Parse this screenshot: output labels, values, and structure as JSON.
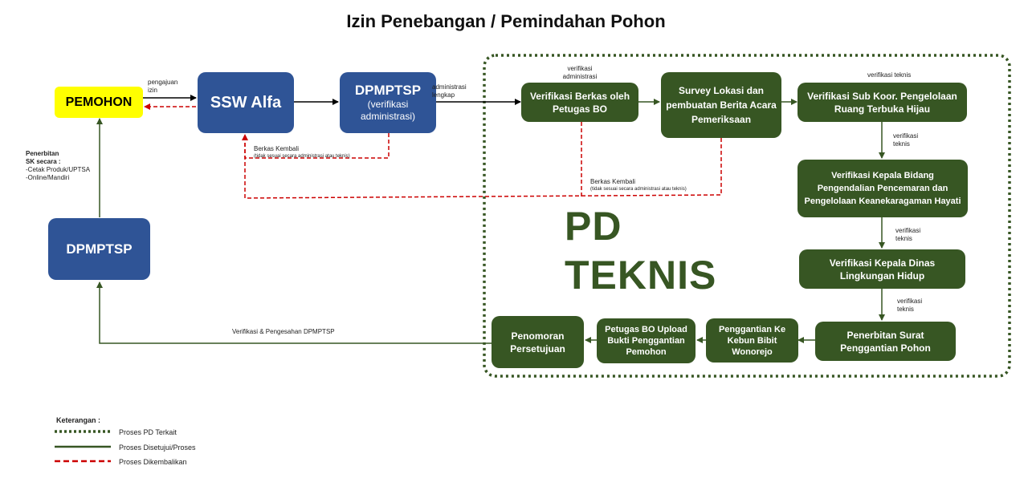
{
  "title": "Izin Penebangan / Pemindahan Pohon",
  "colors": {
    "blue": "#2f5496",
    "green": "#375623",
    "yellow": "#ffff00",
    "red": "#cc0000"
  },
  "nodes": {
    "pemohon": "PEMOHON",
    "ssw": "SSW Alfa",
    "dpmptsp_verif_title": "DPMPTSP",
    "dpmptsp_verif_sub": "(verifikasi administrasi)",
    "dpmptsp": "DPMPTSP",
    "verifikasi_berkas": "Verifikasi Berkas oleh Petugas BO",
    "survey": "Survey Lokasi dan pembuatan Berita Acara Pemeriksaan",
    "verif_subkoor": "Verifikasi Sub Koor. Pengelolaan Ruang Terbuka Hijau",
    "verif_kabid": "Verifikasi Kepala Bidang Pengendalian Pencemaran dan Pengelolaan Keanekaragaman Hayati",
    "verif_kadis": "Verifikasi Kepala Dinas Lingkungan Hidup",
    "penerbitan_surat": "Penerbitan Surat Penggantian Pohon",
    "penggantian_kebun": "Penggantian Ke Kebun Bibit Wonorejo",
    "petugas_upload": "Petugas BO Upload Bukti Penggantian Pemohon",
    "penomoran": "Penomoran Persetujuan"
  },
  "region_label": {
    "line1": "PD",
    "line2": "TEKNIS"
  },
  "labels": {
    "pengajuan": "pengajuan izin",
    "administrasi_lengkap": "administrasi lengkap",
    "verifikasi_administrasi": "verifikasi administrasi",
    "verifikasi_teknis_1": "verifikasi teknis",
    "verifikasi_teknis_2": "verifikasi teknis",
    "verifikasi_teknis_3": "verifikasi teknis",
    "verifikasi_teknis_4": "verifikasi teknis",
    "berkas_kembali_1_title": "Berkas Kembali",
    "berkas_kembali_1_note": "(tidak sesuai secara administrasi atau teknis)",
    "berkas_kembali_2_title": "Berkas Kembali",
    "berkas_kembali_2_note": "(tidak sesuai secara administrasi atau teknis)",
    "penerbitan_sk_title": "Penerbitan SK secara :",
    "penerbitan_sk_item1": "-Cetak Produk/UPTSA",
    "penerbitan_sk_item2": "-Online/Mandiri",
    "verif_pengesahan": "Verifikasi & Pengesahan DPMPTSP"
  },
  "legend": {
    "title": "Keterangan :",
    "items": [
      {
        "label": "Proses PD Terkait"
      },
      {
        "label": "Proses Disetujui/Proses"
      },
      {
        "label": "Proses Dikembalikan"
      }
    ]
  }
}
